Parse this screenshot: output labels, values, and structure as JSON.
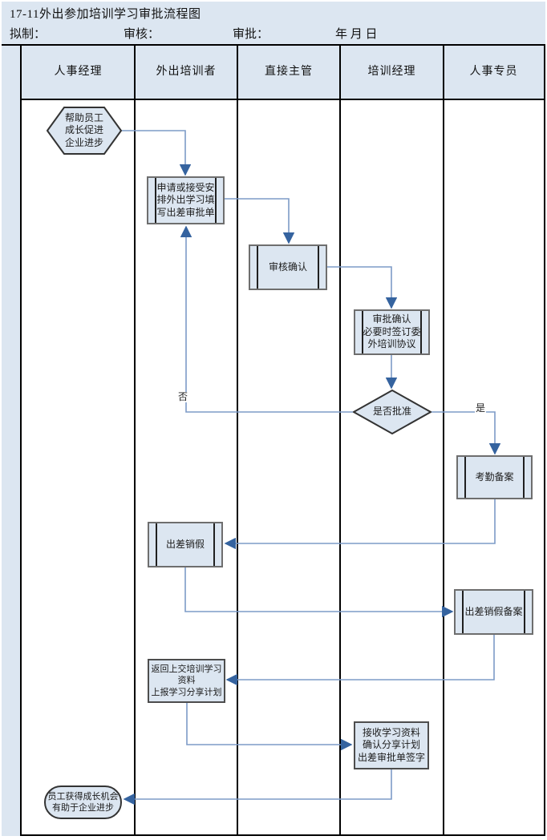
{
  "title": "17-11外出参加培训学习审批流程图",
  "meta": {
    "drafted_label": "拟制：",
    "review_label": "审核：",
    "approve_label": "审批：",
    "date_label": "年 月 日"
  },
  "lanes": [
    "人事经理",
    "外出培训者",
    "直接主管",
    "培训经理",
    "人事专员"
  ],
  "nodes": {
    "start": {
      "label": "帮助员工\n成长促进\n企业进步",
      "shape": "hexagon"
    },
    "apply": {
      "label": "申请或接受安\n排外出学习填\n写出差审批单",
      "shape": "predefined-process"
    },
    "review": {
      "label": "审核确认",
      "shape": "predefined-process"
    },
    "approve": {
      "label": "审批确认\n必要时签订委\n外培训协议",
      "shape": "predefined-process"
    },
    "decision": {
      "label": "是否批准",
      "shape": "diamond"
    },
    "attendance": {
      "label": "考勤备案",
      "shape": "predefined-process"
    },
    "cancel_leave": {
      "label": "出差销假",
      "shape": "predefined-process"
    },
    "cancel_record": {
      "label": "出差销假备案",
      "shape": "predefined-process"
    },
    "return_materials": {
      "label": "返回上交培训学习资料\n上报学习分享计划",
      "shape": "rectangle"
    },
    "receive": {
      "label": "接收学习资料\n确认分享计划\n出差审批单签字",
      "shape": "rectangle"
    },
    "end": {
      "label": "员工获得成长机会\n有助于企业进步",
      "shape": "terminator"
    }
  },
  "edges": {
    "yes_label": "是",
    "no_label": "否"
  },
  "colors": {
    "panel_fill": "#dce6f1",
    "shape_fill": "#dce6f1",
    "connector_line": "#7d9bc7",
    "arrowhead": "#35639f",
    "grid_line": "#000000"
  }
}
